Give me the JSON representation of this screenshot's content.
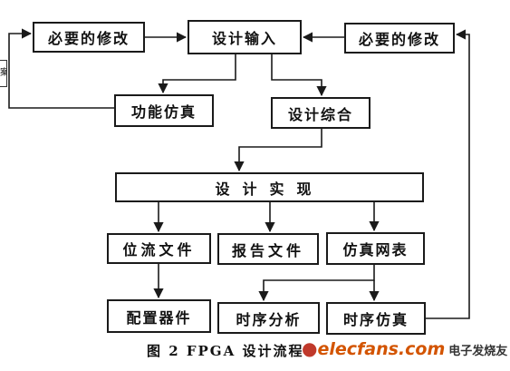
{
  "nodes": {
    "mod_left": "必要的修改",
    "input": "设计输入",
    "mod_right": "必要的修改",
    "func_sim": "功能仿真",
    "synth": "设计综合",
    "impl": "设计实现",
    "bitstream": "位流文件",
    "report": "报告文件",
    "netlist": "仿真网表",
    "config": "配置器件",
    "timing": "时序分析",
    "timsim": "时序仿真"
  },
  "edge_fragment": "案",
  "caption": "图 2 FPGA 设计流程",
  "watermark": {
    "site": "elecfans.com",
    "cn": "电子发烧友"
  },
  "colors": {
    "line": "#1a1a1a",
    "watermark_red": "#c0392b",
    "watermark_orange": "#d35400"
  }
}
